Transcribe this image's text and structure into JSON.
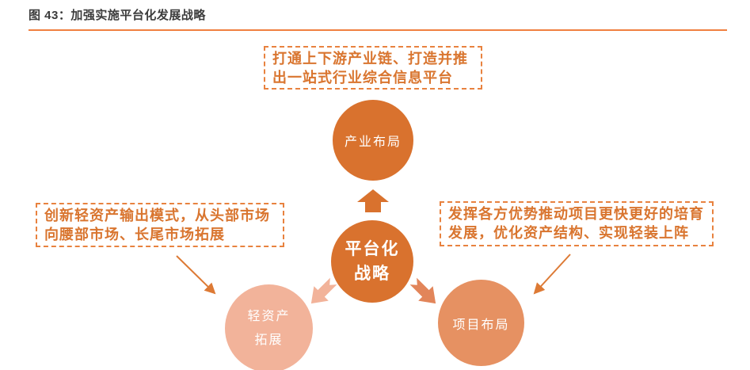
{
  "title": "图 43：加强实施平台化发展战略",
  "boxes": {
    "top": "打通上下游产业链、打造并推出一站式行业综合信息平台",
    "left": "创新轻资产输出模式，从头部市场向腰部市场、长尾市场拓展",
    "right": "发挥各方优势推动项目更快更好的培育发展，优化资产结构、实现轻装上阵"
  },
  "circles": {
    "center": {
      "label": "平台化战略",
      "line1": "平台化",
      "line2": "战略",
      "color": "#d9722e"
    },
    "top": {
      "label": "产业布局",
      "color": "#d9722e"
    },
    "bottom_left": {
      "label": "轻资产拓展",
      "line1": "轻资产",
      "line2": "拓展",
      "color": "#f2b39a"
    },
    "bottom_right": {
      "label": "项目布局",
      "color": "#e69162"
    }
  },
  "colors": {
    "dark_orange": "#d9722e",
    "medium_orange": "#e69162",
    "light_salmon": "#f2b39a",
    "right_block_arrow": "#e2855a",
    "thin_arrow": "#dd7a35",
    "box_border": "#e8823f",
    "box_text": "#d9752f",
    "title_underline": "#f08040",
    "title_text": "#3c3c3c",
    "background": "#ffffff"
  }
}
